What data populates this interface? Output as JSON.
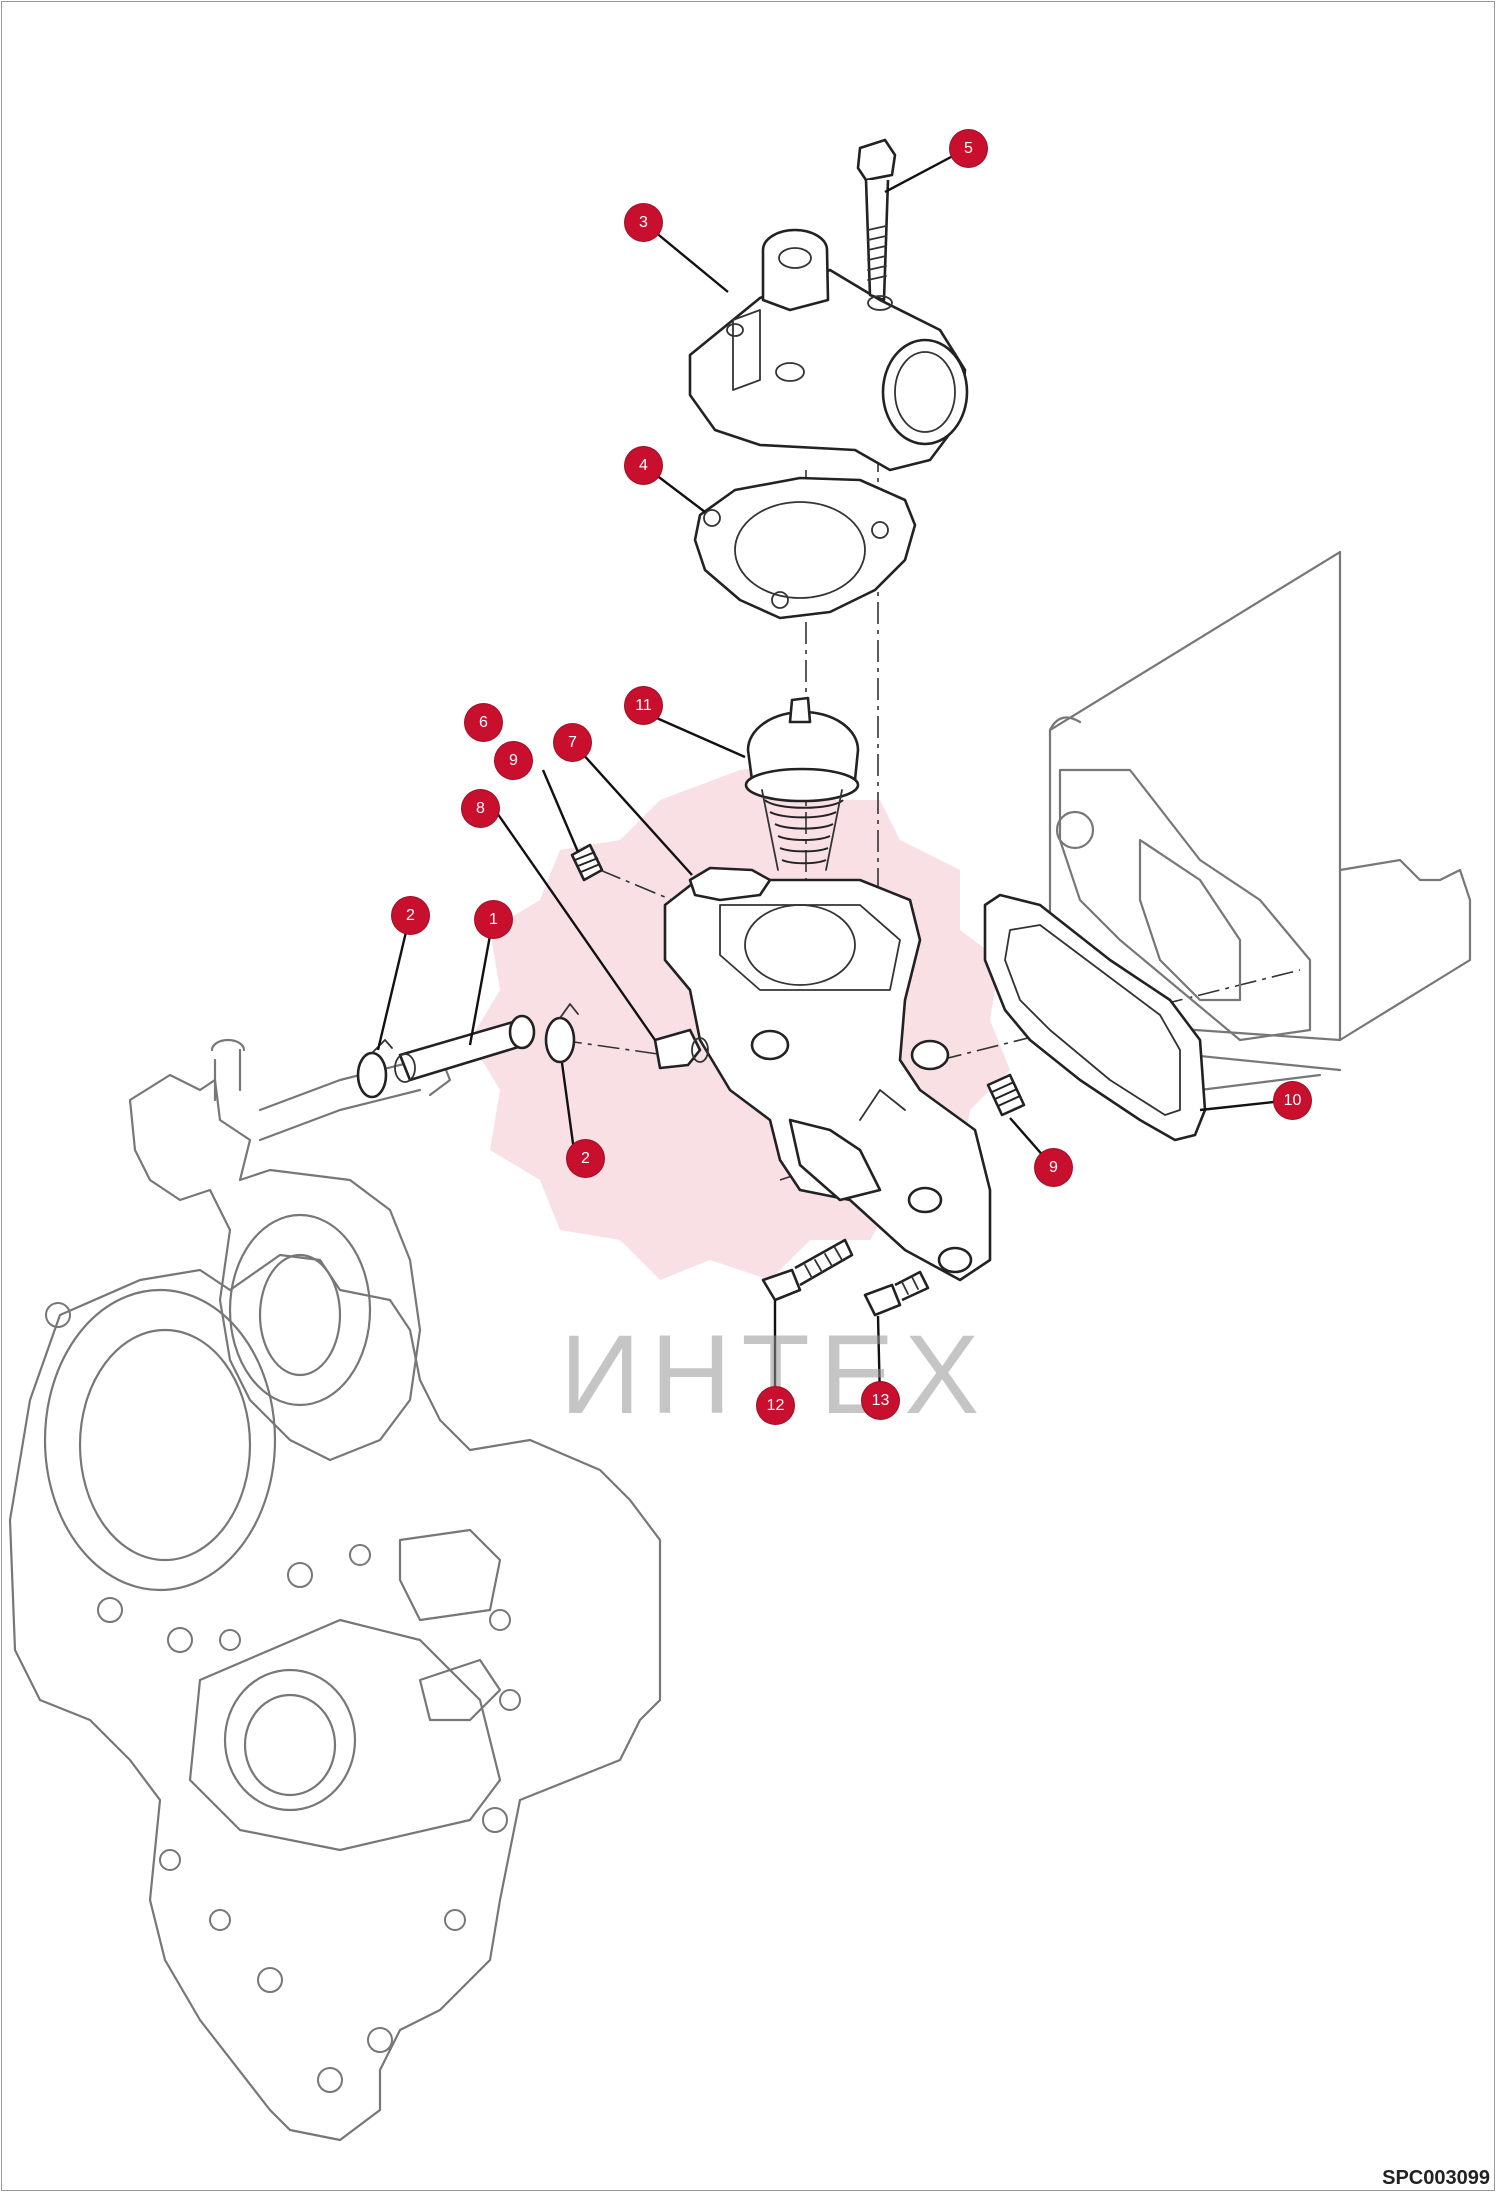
{
  "watermark": {
    "text": "ИНТЕХ",
    "accent_color": "#c8102e"
  },
  "drawing_code": "SPC003099",
  "callouts": [
    {
      "id": "c5",
      "label": "5"
    },
    {
      "id": "c3",
      "label": "3"
    },
    {
      "id": "c4",
      "label": "4"
    },
    {
      "id": "c11",
      "label": "11"
    },
    {
      "id": "c6",
      "label": "6"
    },
    {
      "id": "c9a",
      "label": "9"
    },
    {
      "id": "c7",
      "label": "7"
    },
    {
      "id": "c8",
      "label": "8"
    },
    {
      "id": "c2a",
      "label": "2"
    },
    {
      "id": "c1",
      "label": "1"
    },
    {
      "id": "c2b",
      "label": "2"
    },
    {
      "id": "c10",
      "label": "10"
    },
    {
      "id": "c9b",
      "label": "9"
    },
    {
      "id": "c12",
      "label": "12"
    },
    {
      "id": "c13",
      "label": "13"
    }
  ]
}
